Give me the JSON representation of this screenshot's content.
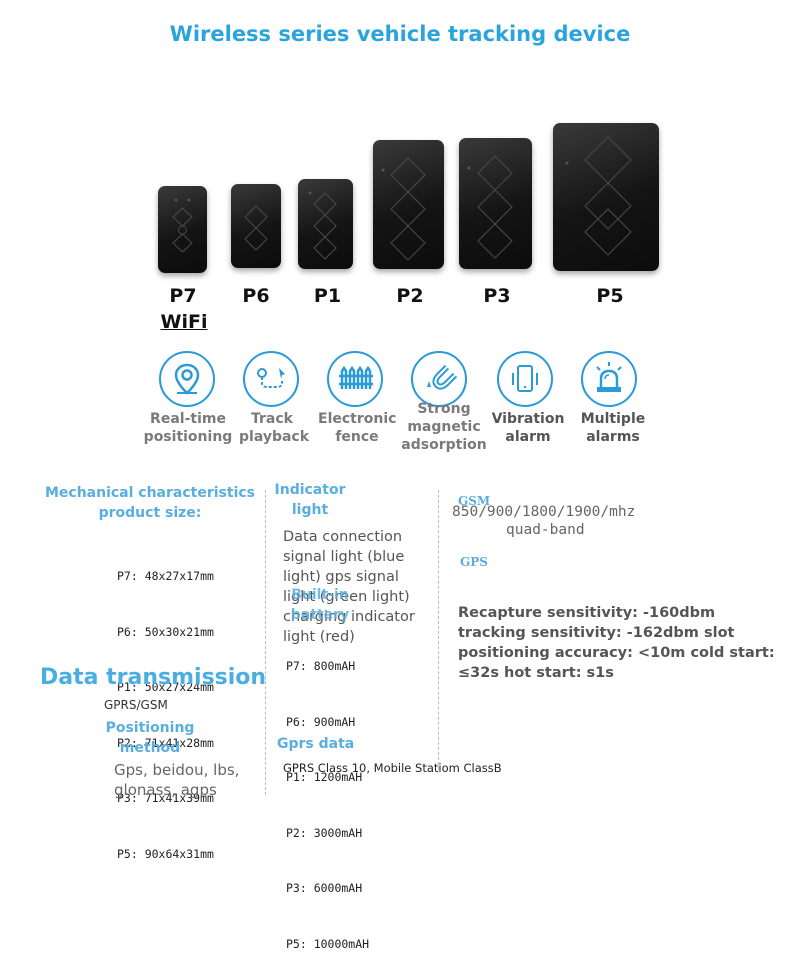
{
  "title": "Wireless series vehicle tracking device",
  "devices": [
    {
      "label": "P7",
      "sublabel": "WiFi"
    },
    {
      "label": "P6"
    },
    {
      "label": "P1"
    },
    {
      "label": "P2"
    },
    {
      "label": "P3"
    },
    {
      "label": "P5"
    }
  ],
  "features": [
    {
      "icon": "location-pin-icon",
      "label": "Real-time positioning"
    },
    {
      "icon": "route-icon",
      "label": "Track playback"
    },
    {
      "icon": "fence-icon",
      "label": "Electronic fence"
    },
    {
      "icon": "magnet-icon",
      "label": "Strong magnetic adsorption"
    },
    {
      "icon": "vibration-phone-icon",
      "label": "Vibration alarm"
    },
    {
      "icon": "siren-icon",
      "label": "Multiple alarms"
    }
  ],
  "mechanical": {
    "heading_line1": "Mechanical characteristics",
    "heading_line2": "product size:",
    "sizes": [
      "P7: 48x27x17mm",
      "P6: 50x30x21mm",
      "P1: 50x27x24mm",
      "P2: 71x41x28mm",
      "P3: 71x41x39mm",
      "P5: 90x64x31mm"
    ]
  },
  "data_transmission": {
    "heading": "Data transmission",
    "value": "GPRS/GSM"
  },
  "positioning": {
    "heading_line1": "Positioning",
    "heading_line2": "method",
    "value_line1": "Gps, beidou, lbs,",
    "value_line2": "glonass, agps"
  },
  "indicator": {
    "heading_line1": "Indicator",
    "heading_line2": "light",
    "text_lines": [
      "Data connection",
      "signal light (blue",
      "light) gps signal",
      "light (green light)",
      "charging indicator",
      "light (red)"
    ]
  },
  "battery": {
    "heading_line1": "Built-in",
    "heading_line2": "battery",
    "items": [
      "P7: 800mAH",
      "P6: 900mAH",
      "P1: 1200mAH",
      "P2: 3000mAH",
      "P3: 6000mAH",
      "P5: 10000mAH"
    ]
  },
  "gprs": {
    "heading": "Gprs data",
    "value": "GPRS Class 10, Mobile Statiom ClassB"
  },
  "gsm": {
    "heading": "GSM",
    "line1": "850/900/1800/1900/mhz",
    "line2": "quad-band"
  },
  "gps": {
    "heading": "GPS",
    "lines": [
      "Recapture sensitivity: -160dbm",
      "tracking sensitivity: -162dbm slot",
      "positioning accuracy: <10m cold start:",
      "≤32s hot start: s1s"
    ]
  },
  "colors": {
    "accent": "#2aa4dc",
    "section": "#5aaedd"
  }
}
